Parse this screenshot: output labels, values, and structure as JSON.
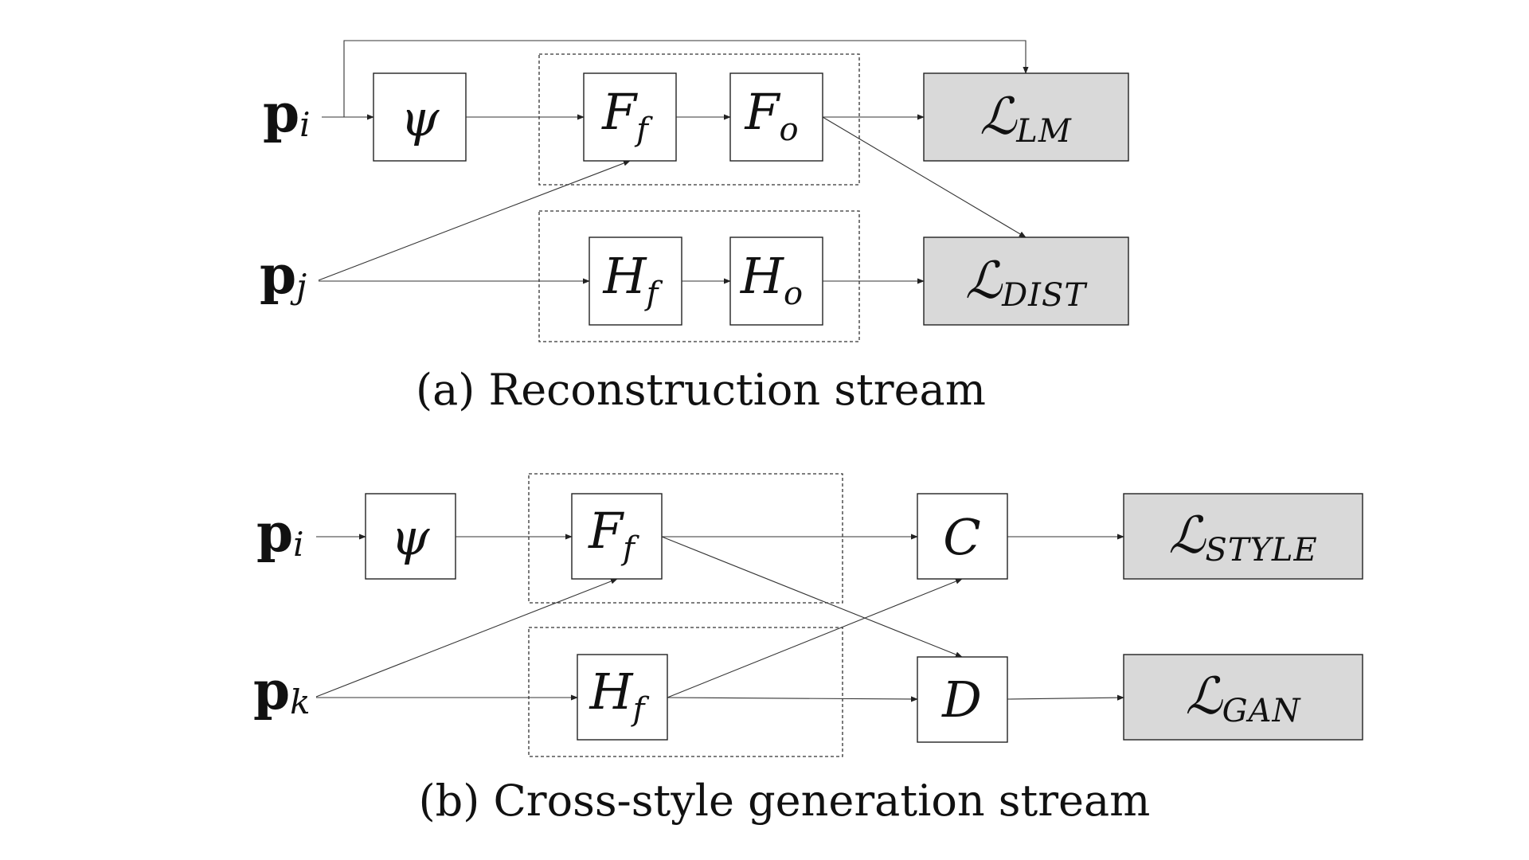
{
  "panel_a": {
    "caption": "(a) Reconstruction stream",
    "inputs": {
      "pi": {
        "base": "p",
        "sub": "i"
      },
      "pj": {
        "base": "p",
        "sub": "j"
      }
    },
    "blocks": {
      "psi": {
        "base": "ψ",
        "sub": ""
      },
      "ff": {
        "base": "F",
        "sub": "f"
      },
      "fo": {
        "base": "F",
        "sub": "o"
      },
      "hf": {
        "base": "H",
        "sub": "f"
      },
      "ho": {
        "base": "H",
        "sub": "o"
      }
    },
    "losses": {
      "lm": {
        "base": "ℒ",
        "sub": "LM"
      },
      "dist": {
        "base": "ℒ",
        "sub": "DIST"
      }
    }
  },
  "panel_b": {
    "caption": "(b) Cross-style generation stream",
    "inputs": {
      "pi": {
        "base": "p",
        "sub": "i"
      },
      "pk": {
        "base": "p",
        "sub": "k"
      }
    },
    "blocks": {
      "psi": {
        "base": "ψ",
        "sub": ""
      },
      "ff": {
        "base": "F",
        "sub": "f"
      },
      "hf": {
        "base": "H",
        "sub": "f"
      },
      "c": {
        "base": "C",
        "sub": ""
      },
      "d": {
        "base": "D",
        "sub": ""
      }
    },
    "losses": {
      "style": {
        "base": "ℒ",
        "sub": "STYLE"
      },
      "gan": {
        "base": "ℒ",
        "sub": "GAN"
      }
    }
  },
  "colors": {
    "loss_fill": "#d9d9d9",
    "line": "#333333",
    "background": "#ffffff"
  }
}
